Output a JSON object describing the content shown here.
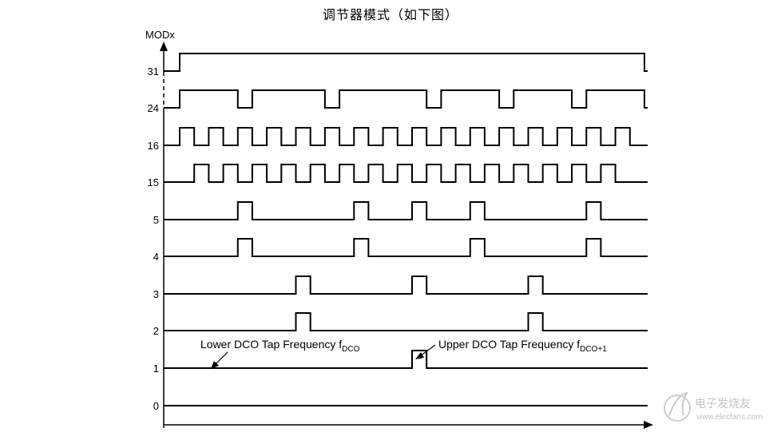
{
  "title": "调节器模式（如下图）",
  "axis": {
    "y_title": "MODx"
  },
  "levels": [
    "31",
    "24",
    "16",
    "15",
    "5",
    "4",
    "3",
    "2",
    "1",
    "0"
  ],
  "annotations": {
    "lower": {
      "text": "Lower DCO Tap Frequency f",
      "sub": "DCO"
    },
    "upper": {
      "text": "Upper DCO Tap Frequency f",
      "sub": "DCO+1"
    }
  },
  "watermark": {
    "text": "电子发烧友",
    "url": "www.elecfans.com"
  },
  "waveforms": {
    "31": [
      1,
      1,
      1,
      1,
      1,
      1,
      1,
      1,
      1,
      1,
      1,
      1,
      1,
      1,
      1,
      1,
      1,
      1,
      1,
      1,
      1,
      1,
      1,
      1,
      1,
      1,
      1,
      1,
      1,
      1,
      1,
      1
    ],
    "24": [
      1,
      1,
      1,
      1,
      0,
      1,
      1,
      1,
      1,
      1,
      0,
      1,
      1,
      1,
      1,
      1,
      1,
      0,
      1,
      1,
      1,
      1,
      0,
      1,
      1,
      1,
      1,
      0,
      1,
      1,
      1,
      1
    ],
    "16": [
      1,
      0,
      1,
      0,
      1,
      0,
      1,
      0,
      1,
      0,
      1,
      0,
      1,
      0,
      1,
      0,
      1,
      0,
      1,
      0,
      1,
      0,
      1,
      0,
      1,
      0,
      1,
      0,
      1,
      0,
      1,
      0
    ],
    "15": [
      0,
      1,
      0,
      1,
      0,
      1,
      0,
      1,
      0,
      1,
      0,
      1,
      0,
      1,
      0,
      1,
      0,
      1,
      0,
      1,
      0,
      1,
      0,
      1,
      0,
      1,
      0,
      1,
      0,
      1,
      0,
      0
    ],
    "5": [
      0,
      0,
      0,
      0,
      1,
      0,
      0,
      0,
      0,
      0,
      0,
      0,
      1,
      0,
      0,
      0,
      1,
      0,
      0,
      0,
      1,
      0,
      0,
      0,
      0,
      0,
      0,
      0,
      1,
      0,
      0,
      0
    ],
    "4": [
      0,
      0,
      0,
      0,
      1,
      0,
      0,
      0,
      0,
      0,
      0,
      0,
      1,
      0,
      0,
      0,
      0,
      0,
      0,
      0,
      1,
      0,
      0,
      0,
      0,
      0,
      0,
      0,
      1,
      0,
      0,
      0
    ],
    "3": [
      0,
      0,
      0,
      0,
      0,
      0,
      0,
      0,
      1,
      0,
      0,
      0,
      0,
      0,
      0,
      0,
      1,
      0,
      0,
      0,
      0,
      0,
      0,
      0,
      1,
      0,
      0,
      0,
      0,
      0,
      0,
      0
    ],
    "2": [
      0,
      0,
      0,
      0,
      0,
      0,
      0,
      0,
      1,
      0,
      0,
      0,
      0,
      0,
      0,
      0,
      0,
      0,
      0,
      0,
      0,
      0,
      0,
      0,
      1,
      0,
      0,
      0,
      0,
      0,
      0,
      0
    ],
    "1": [
      0,
      0,
      0,
      0,
      0,
      0,
      0,
      0,
      0,
      0,
      0,
      0,
      0,
      0,
      0,
      0,
      1,
      0,
      0,
      0,
      0,
      0,
      0,
      0,
      0,
      0,
      0,
      0,
      0,
      0,
      0,
      0
    ],
    "0": [
      0,
      0,
      0,
      0,
      0,
      0,
      0,
      0,
      0,
      0,
      0,
      0,
      0,
      0,
      0,
      0,
      0,
      0,
      0,
      0,
      0,
      0,
      0,
      0,
      0,
      0,
      0,
      0,
      0,
      0,
      0,
      0
    ]
  }
}
